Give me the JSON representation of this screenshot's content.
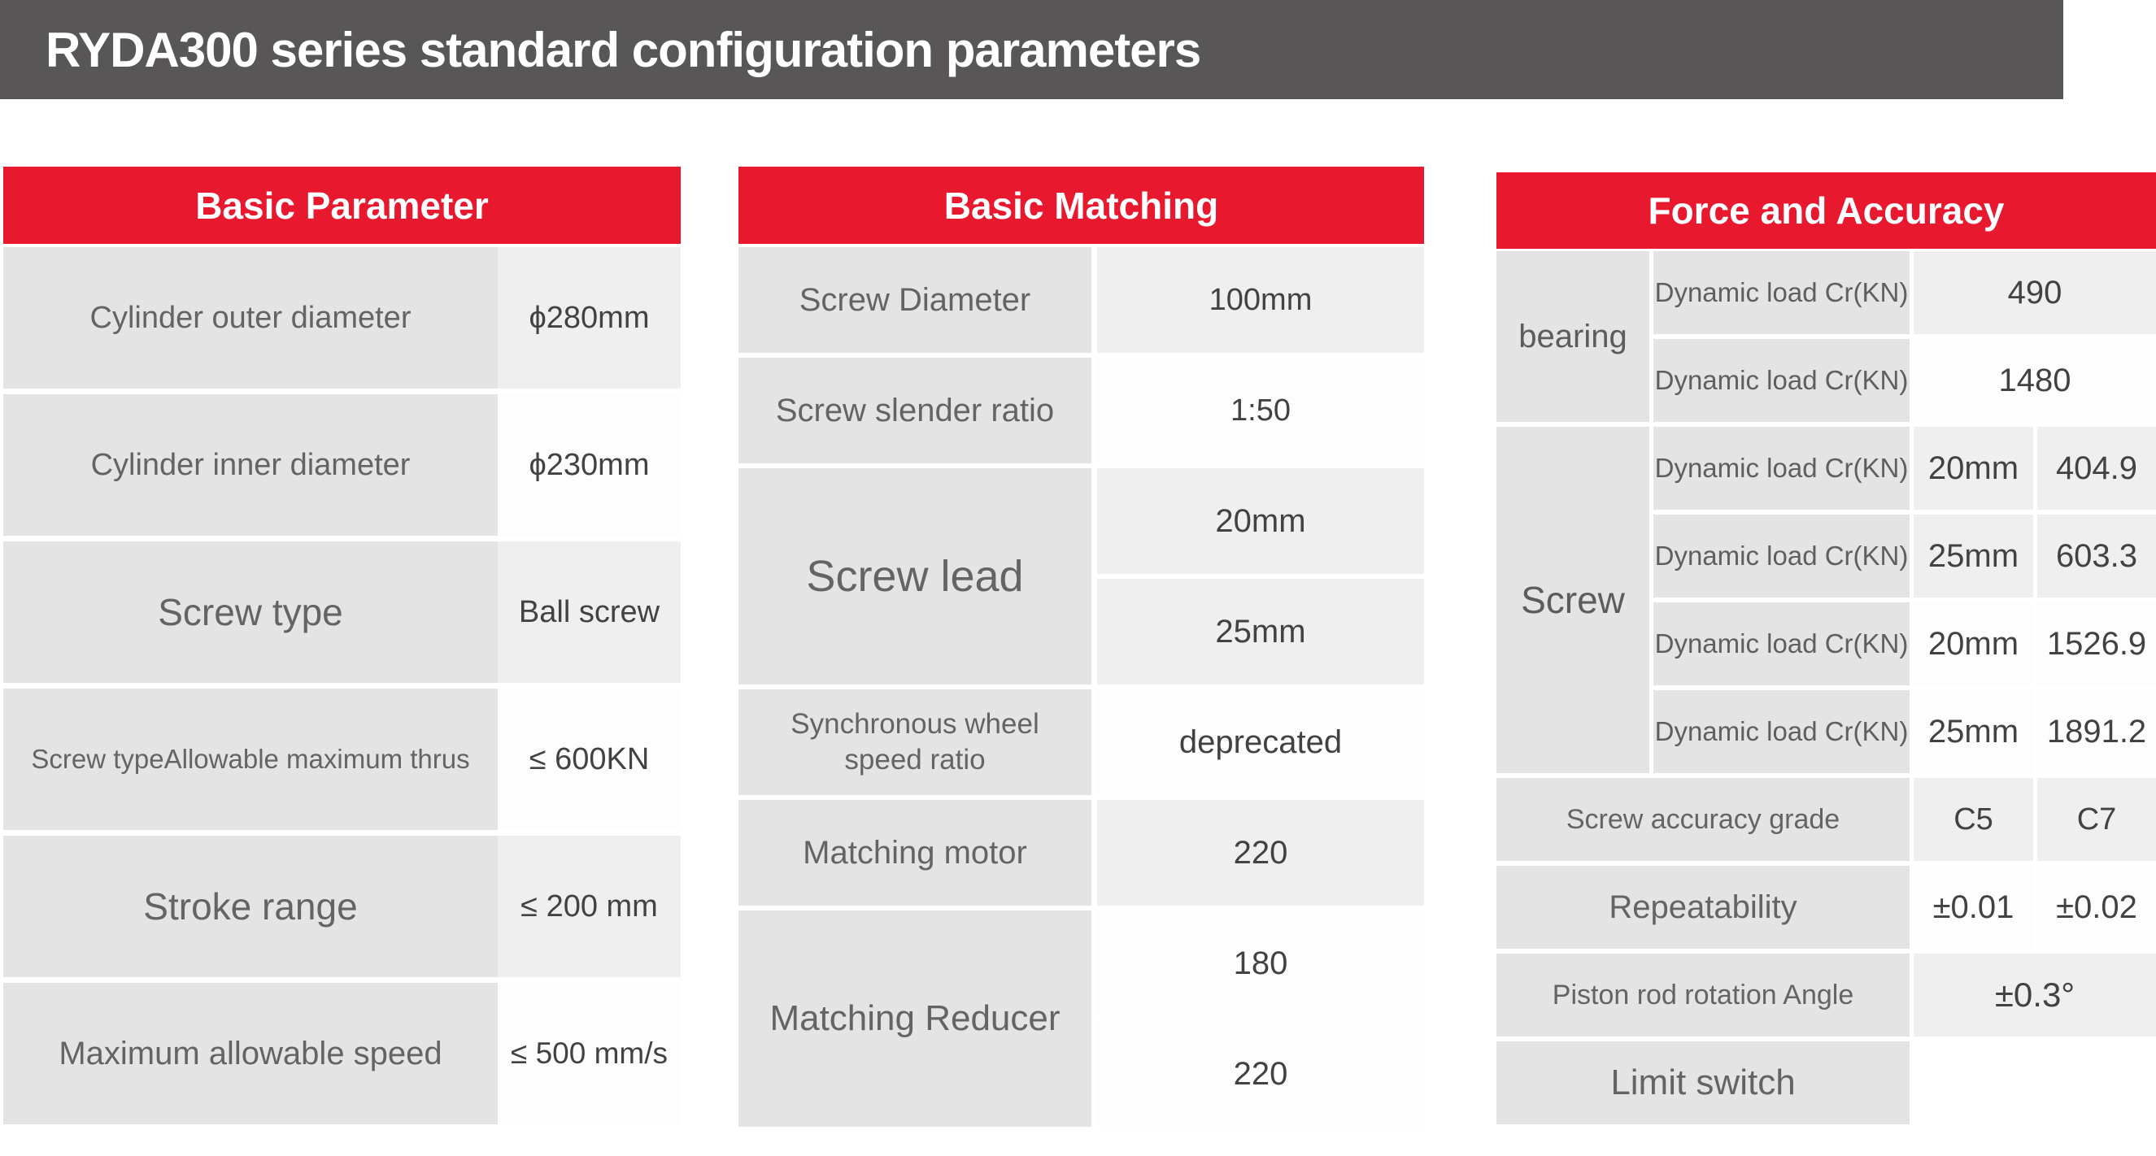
{
  "title_bar": {
    "title": "RYDA300 series standard configuration parameters"
  },
  "colors": {
    "accent_red": "#e8182f",
    "title_gray": "#595657"
  },
  "tables": {
    "basic_parameter": {
      "header": "Basic Parameter",
      "rows": [
        {
          "label": "Cylinder outer diameter",
          "value": "ϕ280mm"
        },
        {
          "label": "Cylinder inner diameter",
          "value": "ϕ230mm"
        },
        {
          "label": "Screw type",
          "value": "Ball screw"
        },
        {
          "label": "Screw typeAllowable maximum thrus",
          "value": "≤ 600KN"
        },
        {
          "label": "Stroke range",
          "value": "≤ 200 mm"
        },
        {
          "label": "Maximum allowable speed",
          "value": "≤ 500 mm/s"
        }
      ]
    },
    "basic_matching": {
      "header": "Basic Matching",
      "rows": [
        {
          "label": "Screw Diameter",
          "values": [
            "100mm"
          ]
        },
        {
          "label": "Screw slender ratio",
          "values": [
            "1:50"
          ]
        },
        {
          "label": "Screw lead",
          "values": [
            "20mm",
            "25mm"
          ]
        },
        {
          "label": "Synchronous wheel speed ratio",
          "values": [
            "deprecated"
          ]
        },
        {
          "label": "Matching motor",
          "values": [
            "220"
          ]
        },
        {
          "label": "Matching Reducer",
          "values": [
            "180",
            "220"
          ]
        }
      ]
    },
    "force_and_accuracy": {
      "header": "Force and Accuracy",
      "groups": [
        {
          "group": "bearing",
          "rows": [
            {
              "param": "Dynamic load Cr(KN)",
              "value": "490"
            },
            {
              "param": "Dynamic load Cr(KN)",
              "value": "1480"
            }
          ]
        },
        {
          "group": "Screw",
          "rows": [
            {
              "param": "Dynamic load Cr(KN)",
              "size": "20mm",
              "value": "404.9"
            },
            {
              "param": "Dynamic load Cr(KN)",
              "size": "25mm",
              "value": "603.3"
            },
            {
              "param": "Dynamic load Cr(KN)",
              "size": "20mm",
              "value": "1526.9"
            },
            {
              "param": "Dynamic load Cr(KN)",
              "size": "25mm",
              "value": "1891.2"
            }
          ]
        }
      ],
      "summary_rows": [
        {
          "label": "Screw accuracy grade",
          "values": [
            "C5",
            "C7"
          ]
        },
        {
          "label": "Repeatability",
          "values": [
            "±0.01",
            "±0.02"
          ]
        },
        {
          "label": "Piston rod rotation Angle",
          "values": [
            "±0.3°"
          ]
        },
        {
          "label": "Limit switch",
          "values": []
        }
      ]
    }
  }
}
